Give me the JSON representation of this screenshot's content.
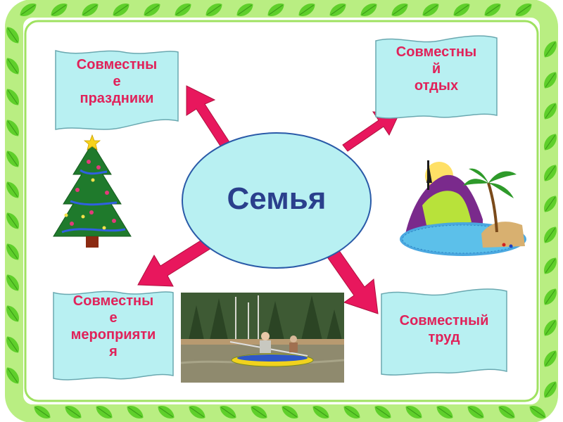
{
  "center": {
    "label": "Семья"
  },
  "nodes": {
    "holidays": {
      "lines": [
        "Совместны",
        "е",
        "праздники"
      ]
    },
    "rest": {
      "lines": [
        "Совместны",
        "й",
        "отдых"
      ]
    },
    "events": {
      "lines": [
        "Совместны",
        "е",
        "мероприяти",
        "я"
      ]
    },
    "work": {
      "lines": [
        "Совместный",
        "труд"
      ]
    }
  },
  "colors": {
    "banner_fill": "#b8f0f2",
    "banner_text": "#e0225a",
    "center_fill": "#b8f0f2",
    "center_text": "#2a3f8c",
    "arrow": "#e8175d",
    "frame_leaf": "#5fcf2b",
    "frame_band": "#b9ee82"
  },
  "pictures": [
    "christmas-tree",
    "tropical-island",
    "kayak-photo"
  ]
}
